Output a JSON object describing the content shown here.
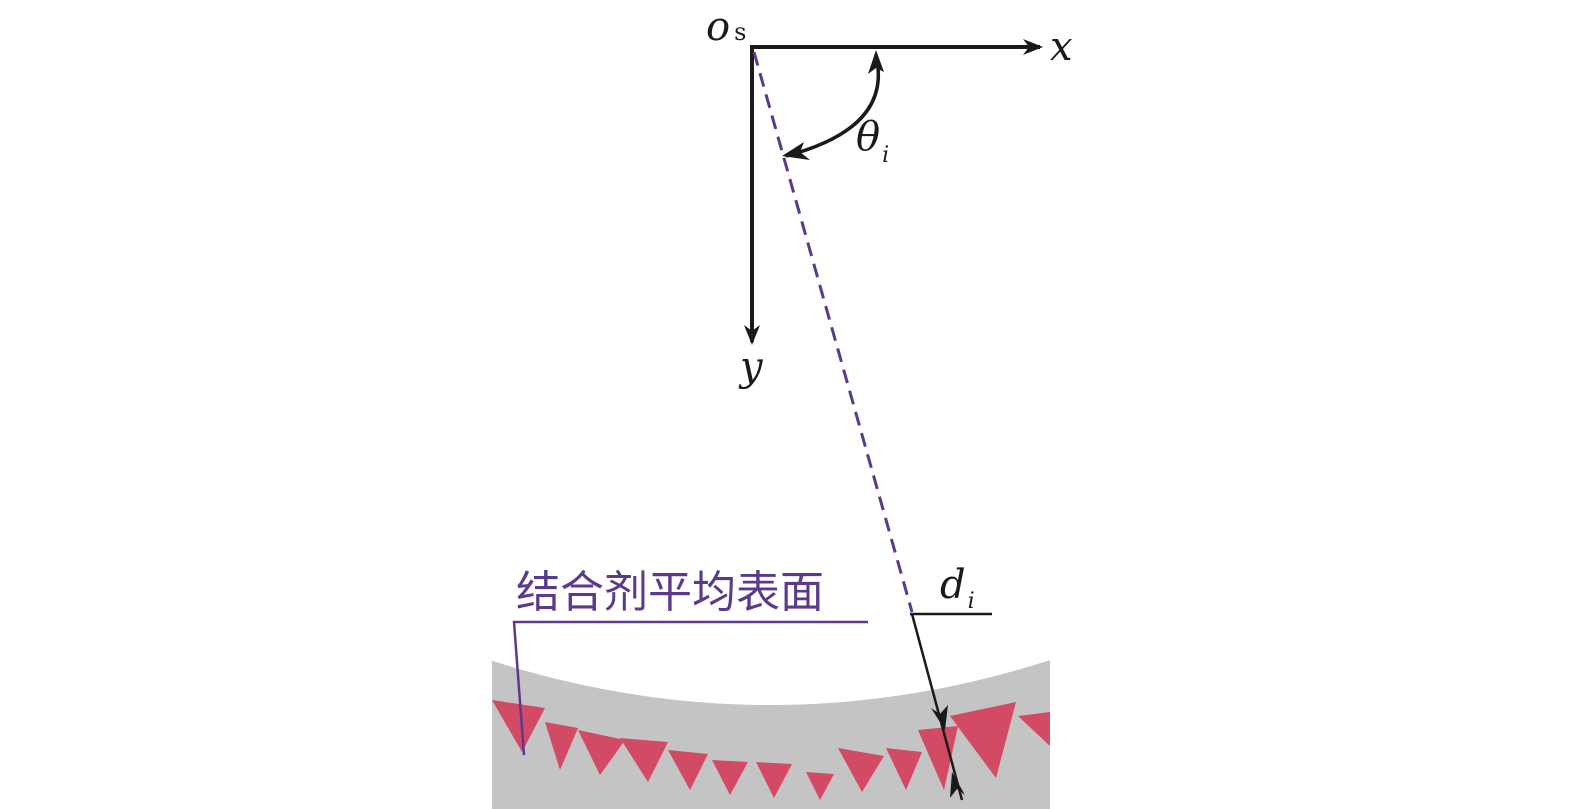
{
  "labels": {
    "origin": "o",
    "origin_subscript": "s",
    "x_axis": "x",
    "y_axis": "y",
    "angle": "θ",
    "angle_subscript": "i",
    "depth": "d",
    "depth_subscript": "i",
    "binder_surface": "结合剂平均表面"
  },
  "colors": {
    "axis": "#1a1a1a",
    "ray": "#5b3a8c",
    "label_accent": "#5b3a8c",
    "wheel_band": "#c4c4c4",
    "grain": "#d24a63",
    "background": "#ffffff"
  }
}
